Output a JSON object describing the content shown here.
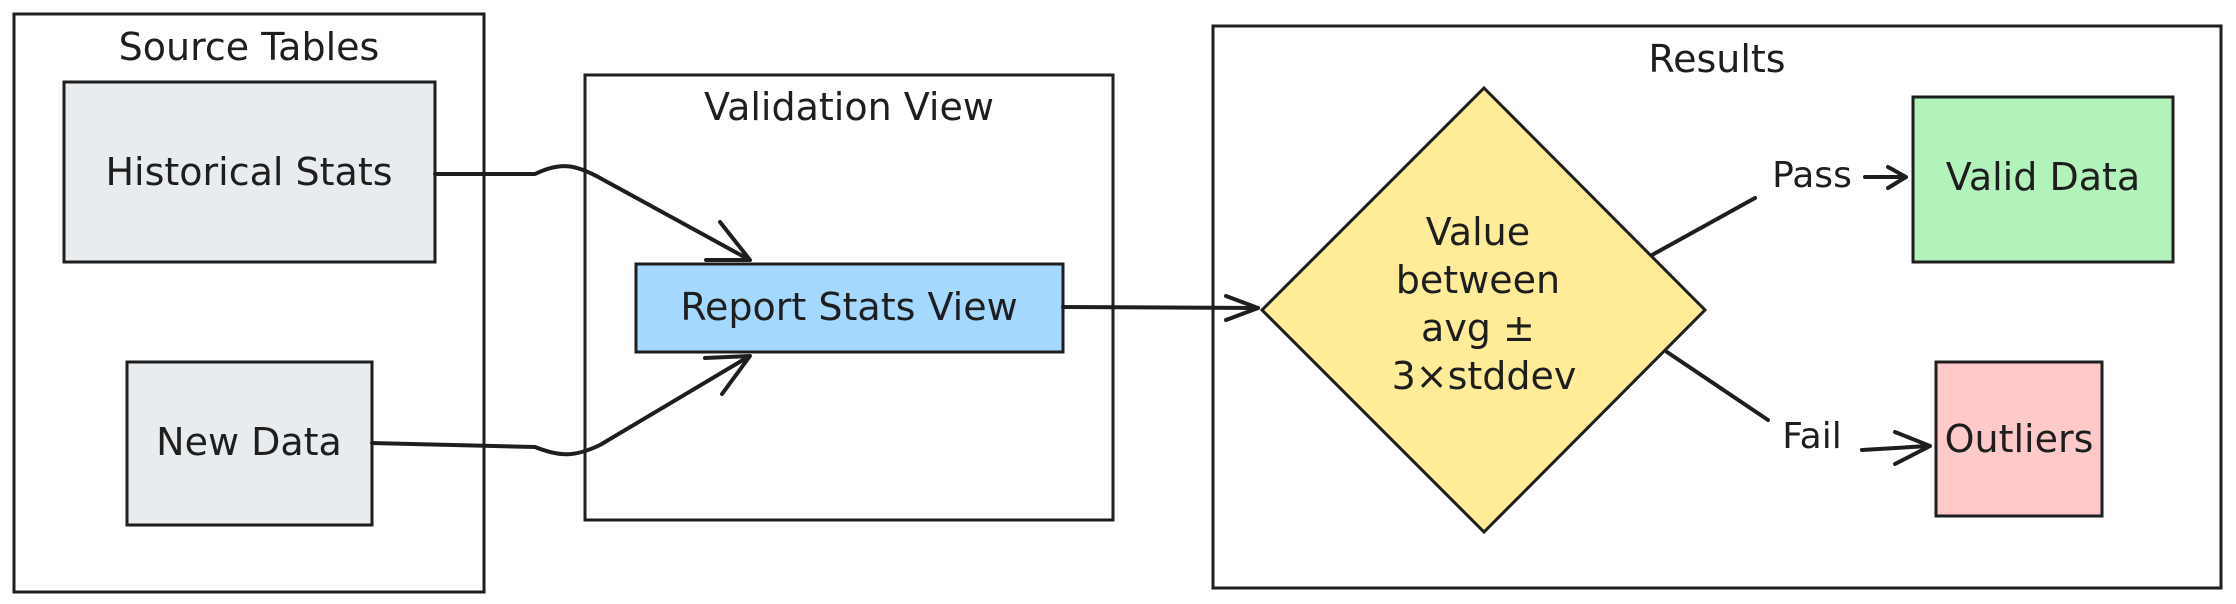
{
  "groups": {
    "source": {
      "title": "Source Tables"
    },
    "validation": {
      "title": "Validation View"
    },
    "results": {
      "title": "Results"
    }
  },
  "nodes": {
    "historical": {
      "label": "Historical Stats",
      "fill": "#e9ecef"
    },
    "new_data": {
      "label": "New Data",
      "fill": "#e9ecef"
    },
    "report": {
      "label": "Report Stats View",
      "fill": "#a5d8ff"
    },
    "decision": {
      "lines": [
        "Value",
        "between",
        "avg ±",
        "3×stddev"
      ],
      "fill": "#ffec99"
    },
    "valid": {
      "label": "Valid Data",
      "fill": "#b2f2bb"
    },
    "outliers": {
      "label": "Outliers",
      "fill": "#ffc9c9"
    }
  },
  "edges": {
    "pass_label": "Pass",
    "fail_label": "Fail"
  }
}
